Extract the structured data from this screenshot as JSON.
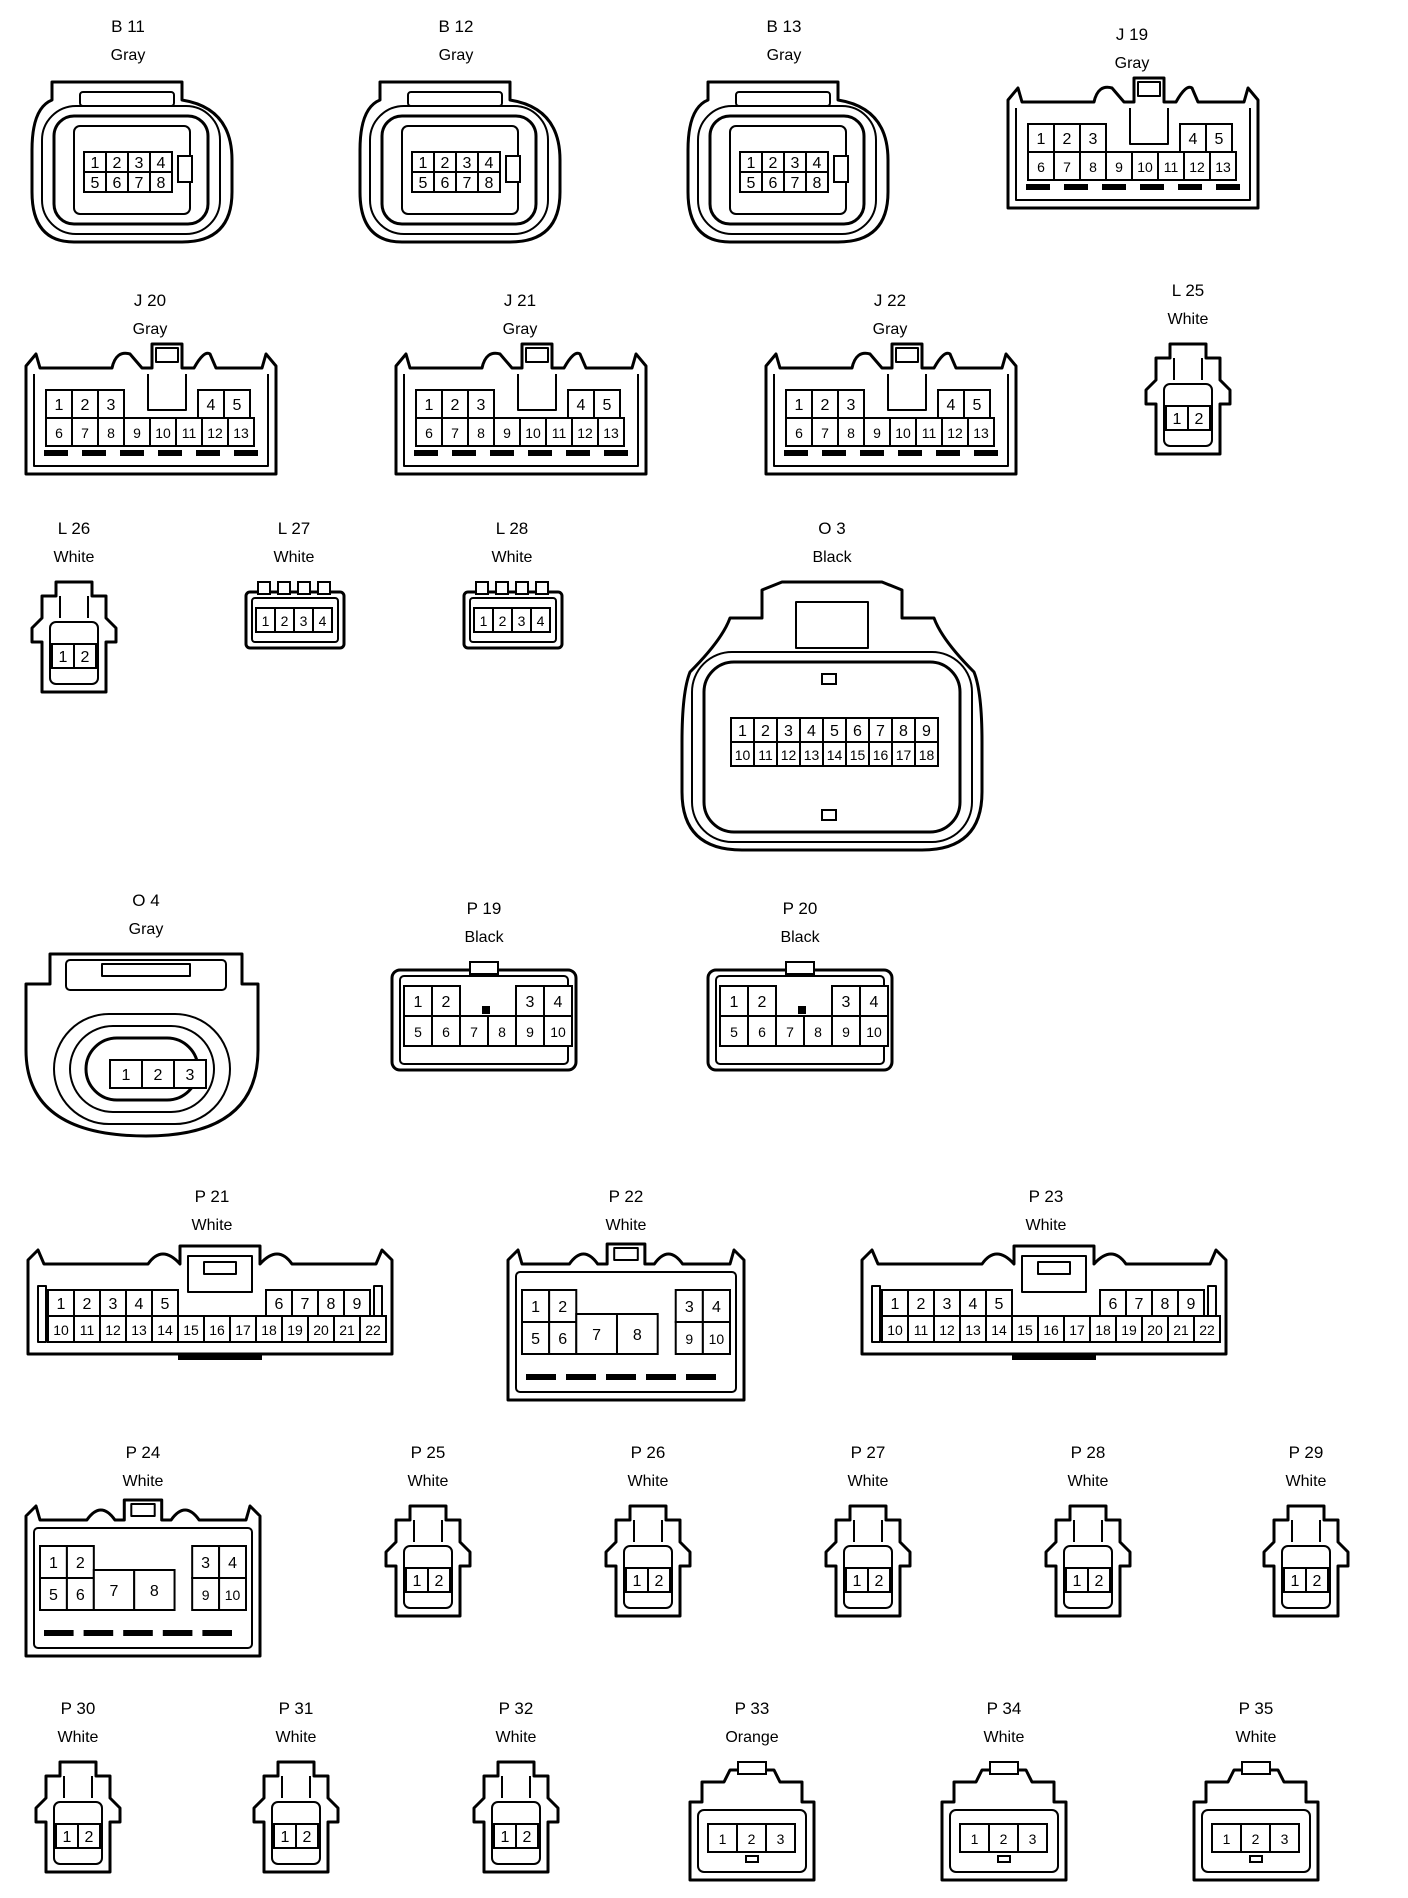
{
  "connectors": [
    {
      "id": "B 11",
      "color": "Gray",
      "pins": [
        "1",
        "2",
        "3",
        "4",
        "5",
        "6",
        "7",
        "8"
      ]
    },
    {
      "id": "B 12",
      "color": "Gray",
      "pins": [
        "1",
        "2",
        "3",
        "4",
        "5",
        "6",
        "7",
        "8"
      ]
    },
    {
      "id": "B 13",
      "color": "Gray",
      "pins": [
        "1",
        "2",
        "3",
        "4",
        "5",
        "6",
        "7",
        "8"
      ]
    },
    {
      "id": "J 19",
      "color": "Gray",
      "pins": [
        "1",
        "2",
        "3",
        "4",
        "5",
        "6",
        "7",
        "8",
        "9",
        "10",
        "11",
        "12",
        "13"
      ]
    },
    {
      "id": "J 20",
      "color": "Gray",
      "pins": [
        "1",
        "2",
        "3",
        "4",
        "5",
        "6",
        "7",
        "8",
        "9",
        "10",
        "11",
        "12",
        "13"
      ]
    },
    {
      "id": "J 21",
      "color": "Gray",
      "pins": [
        "1",
        "2",
        "3",
        "4",
        "5",
        "6",
        "7",
        "8",
        "9",
        "10",
        "11",
        "12",
        "13"
      ]
    },
    {
      "id": "J 22",
      "color": "Gray",
      "pins": [
        "1",
        "2",
        "3",
        "4",
        "5",
        "6",
        "7",
        "8",
        "9",
        "10",
        "11",
        "12",
        "13"
      ]
    },
    {
      "id": "L 25",
      "color": "White",
      "pins": [
        "1",
        "2"
      ]
    },
    {
      "id": "L 26",
      "color": "White",
      "pins": [
        "1",
        "2"
      ]
    },
    {
      "id": "L 27",
      "color": "White",
      "pins": [
        "1",
        "2",
        "3",
        "4"
      ]
    },
    {
      "id": "L 28",
      "color": "White",
      "pins": [
        "1",
        "2",
        "3",
        "4"
      ]
    },
    {
      "id": "O 3",
      "color": "Black",
      "pins": [
        "1",
        "2",
        "3",
        "4",
        "5",
        "6",
        "7",
        "8",
        "9",
        "10",
        "11",
        "12",
        "13",
        "14",
        "15",
        "16",
        "17",
        "18"
      ]
    },
    {
      "id": "O 4",
      "color": "Gray",
      "pins": [
        "1",
        "2",
        "3"
      ]
    },
    {
      "id": "P 19",
      "color": "Black",
      "pins": [
        "1",
        "2",
        "3",
        "4",
        "5",
        "6",
        "7",
        "8",
        "9",
        "10"
      ]
    },
    {
      "id": "P 20",
      "color": "Black",
      "pins": [
        "1",
        "2",
        "3",
        "4",
        "5",
        "6",
        "7",
        "8",
        "9",
        "10"
      ]
    },
    {
      "id": "P 21",
      "color": "White",
      "pins": [
        "1",
        "2",
        "3",
        "4",
        "5",
        "6",
        "7",
        "8",
        "9",
        "10",
        "11",
        "12",
        "13",
        "14",
        "15",
        "16",
        "17",
        "18",
        "19",
        "20",
        "21",
        "22"
      ]
    },
    {
      "id": "P 22",
      "color": "White",
      "pins": [
        "1",
        "2",
        "3",
        "4",
        "5",
        "6",
        "7",
        "8",
        "9",
        "10"
      ]
    },
    {
      "id": "P 23",
      "color": "White",
      "pins": [
        "1",
        "2",
        "3",
        "4",
        "5",
        "6",
        "7",
        "8",
        "9",
        "10",
        "11",
        "12",
        "13",
        "14",
        "15",
        "16",
        "17",
        "18",
        "19",
        "20",
        "21",
        "22"
      ]
    },
    {
      "id": "P 24",
      "color": "White",
      "pins": [
        "1",
        "2",
        "3",
        "4",
        "5",
        "6",
        "7",
        "8",
        "9",
        "10"
      ]
    },
    {
      "id": "P 25",
      "color": "White",
      "pins": [
        "1",
        "2"
      ]
    },
    {
      "id": "P 26",
      "color": "White",
      "pins": [
        "1",
        "2"
      ]
    },
    {
      "id": "P 27",
      "color": "White",
      "pins": [
        "1",
        "2"
      ]
    },
    {
      "id": "P 28",
      "color": "White",
      "pins": [
        "1",
        "2"
      ]
    },
    {
      "id": "P 29",
      "color": "White",
      "pins": [
        "1",
        "2"
      ]
    },
    {
      "id": "P 30",
      "color": "White",
      "pins": [
        "1",
        "2"
      ]
    },
    {
      "id": "P 31",
      "color": "White",
      "pins": [
        "1",
        "2"
      ]
    },
    {
      "id": "P 32",
      "color": "White",
      "pins": [
        "1",
        "2"
      ]
    },
    {
      "id": "P 33",
      "color": "Orange",
      "pins": [
        "1",
        "2",
        "3"
      ]
    },
    {
      "id": "P 34",
      "color": "White",
      "pins": [
        "1",
        "2",
        "3"
      ]
    },
    {
      "id": "P 35",
      "color": "White",
      "pins": [
        "1",
        "2",
        "3"
      ]
    }
  ]
}
